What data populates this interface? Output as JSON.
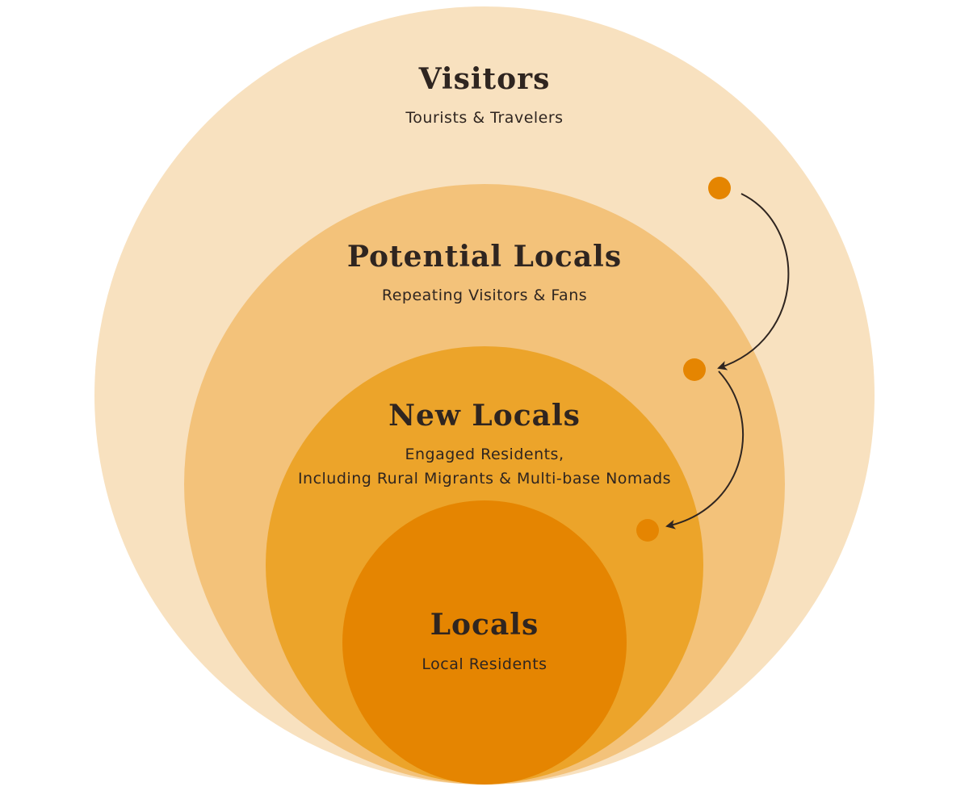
{
  "colors": {
    "visitors_fill": "#f8e1bf",
    "potential_fill": "#f3c27a",
    "new_fill": "#eca42a",
    "locals_fill": "#e58501",
    "dot": "#e58501",
    "arrow": "#2f2520",
    "text": "#2f2520"
  },
  "rings": {
    "visitors": {
      "title": "Visitors",
      "subtitle": "Tourists & Travelers"
    },
    "potential": {
      "title": "Potential Locals",
      "subtitle": "Repeating Visitors & Fans"
    },
    "new_locals": {
      "title": "New Locals",
      "subtitle_line1": "Engaged Residents,",
      "subtitle_line2": "Including Rural Migrants & Multi-base Nomads"
    },
    "locals": {
      "title": "Locals",
      "subtitle": "Local Residents"
    }
  },
  "flow": {
    "markers": [
      "visitor-dot",
      "potential-dot",
      "new-local-dot"
    ],
    "arrows": [
      "arrow-visitors-to-potential",
      "arrow-potential-to-new"
    ]
  }
}
